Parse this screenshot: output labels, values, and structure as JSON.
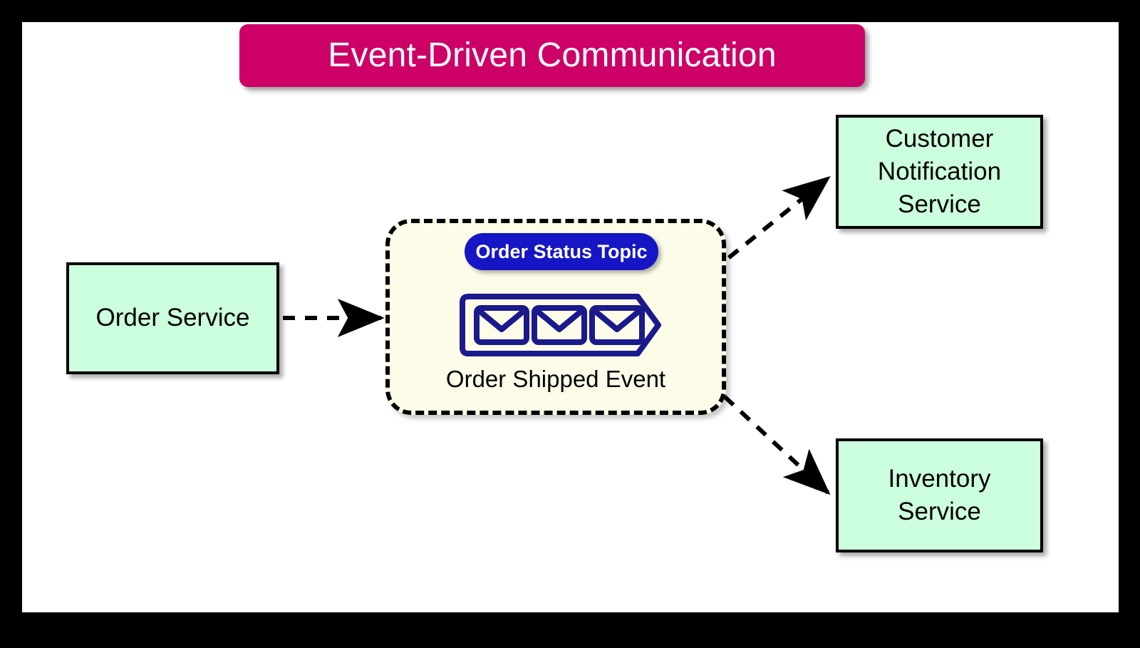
{
  "diagram": {
    "title": "Event-Driven Communication",
    "title_banner_color": "#CC0066",
    "canvas_color": "#ffffff",
    "frame_color": "#000000"
  },
  "nodes": {
    "producer": {
      "id": "order-service",
      "label": "Order Service",
      "fill": "#CCFFDD",
      "stroke": "#000000"
    },
    "topic": {
      "id": "order-status-topic",
      "pill_label": "Order Status Topic",
      "pill_fill": "#1616C4",
      "pill_text_color": "#ffffff",
      "container_fill": "#FCFCE8",
      "container_stroke": "#000000",
      "container_stroke_style": "dashed",
      "event_caption": "Order Shipped Event",
      "queue_icon": "message-queue-icon",
      "queue_icon_color": "#1A1A8C",
      "envelope_count": 3
    },
    "consumers": [
      {
        "id": "customer-notification-service",
        "label": "Customer\nNotification\nService",
        "fill": "#CCFFDD",
        "stroke": "#000000"
      },
      {
        "id": "inventory-service",
        "label": "Inventory\nService",
        "fill": "#CCFFDD",
        "stroke": "#000000"
      }
    ]
  },
  "edges": [
    {
      "id": "order-service-to-topic",
      "from": "order-service",
      "to": "order-status-topic",
      "style": "dashed",
      "arrow": "filled-triangle",
      "label": ""
    },
    {
      "id": "topic-to-customer-notification-service",
      "from": "order-status-topic",
      "to": "customer-notification-service",
      "style": "dashed",
      "arrow": "filled-triangle",
      "label": ""
    },
    {
      "id": "topic-to-inventory-service",
      "from": "order-status-topic",
      "to": "inventory-service",
      "style": "dashed",
      "arrow": "filled-triangle",
      "label": ""
    }
  ]
}
